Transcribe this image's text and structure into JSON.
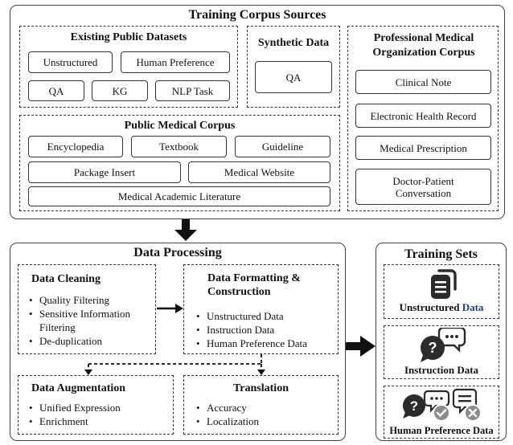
{
  "corpus": {
    "title": "Training Corpus Sources",
    "public_datasets": {
      "title": "Existing Public Datasets",
      "items": [
        "Unstructured",
        "Human Preference",
        "QA",
        "KG",
        "NLP Task"
      ]
    },
    "synthetic": {
      "title": "Synthetic Data",
      "items": [
        "QA"
      ]
    },
    "professional": {
      "title": "Professional Medical Organization Corpus",
      "items": [
        "Clinical Note",
        "Electronic Health Record",
        "Medical Prescription",
        "Doctor-Patient Conversation"
      ]
    },
    "public_medical": {
      "title": "Public Medical Corpus",
      "items": [
        "Encyclopedia",
        "Textbook",
        "Guideline",
        "Package Insert",
        "Medical Website",
        "Medical Academic Literature"
      ]
    }
  },
  "processing": {
    "title": "Data Processing",
    "cleaning": {
      "title": "Data Cleaning",
      "items": [
        "Quality Filtering",
        "Sensitive Information Filtering",
        "De-duplication"
      ]
    },
    "formatting": {
      "title": "Data Formatting & Construction",
      "items": [
        "Unstructured Data",
        "Instruction Data",
        "Human Preference Data"
      ]
    },
    "augmentation": {
      "title": "Data Augmentation",
      "items": [
        "Unified Expression",
        "Enrichment"
      ]
    },
    "translation": {
      "title": "Translation",
      "items": [
        "Accuracy",
        "Localization"
      ]
    }
  },
  "training_sets": {
    "title": "Training Sets",
    "items": [
      {
        "label": "Unstructured",
        "label_highlight": "Data",
        "icon": "stacked-documents-icon"
      },
      {
        "label": "Instruction Data",
        "icon": "question-chat-icon"
      },
      {
        "label": "Human Preference Data",
        "icon": "preference-chat-icon"
      }
    ]
  },
  "colors": {
    "border": "#444444",
    "icon_dark": "#2b2b2b",
    "badge_gray": "#8c8c8c",
    "highlight_text": "#1f3a78"
  }
}
